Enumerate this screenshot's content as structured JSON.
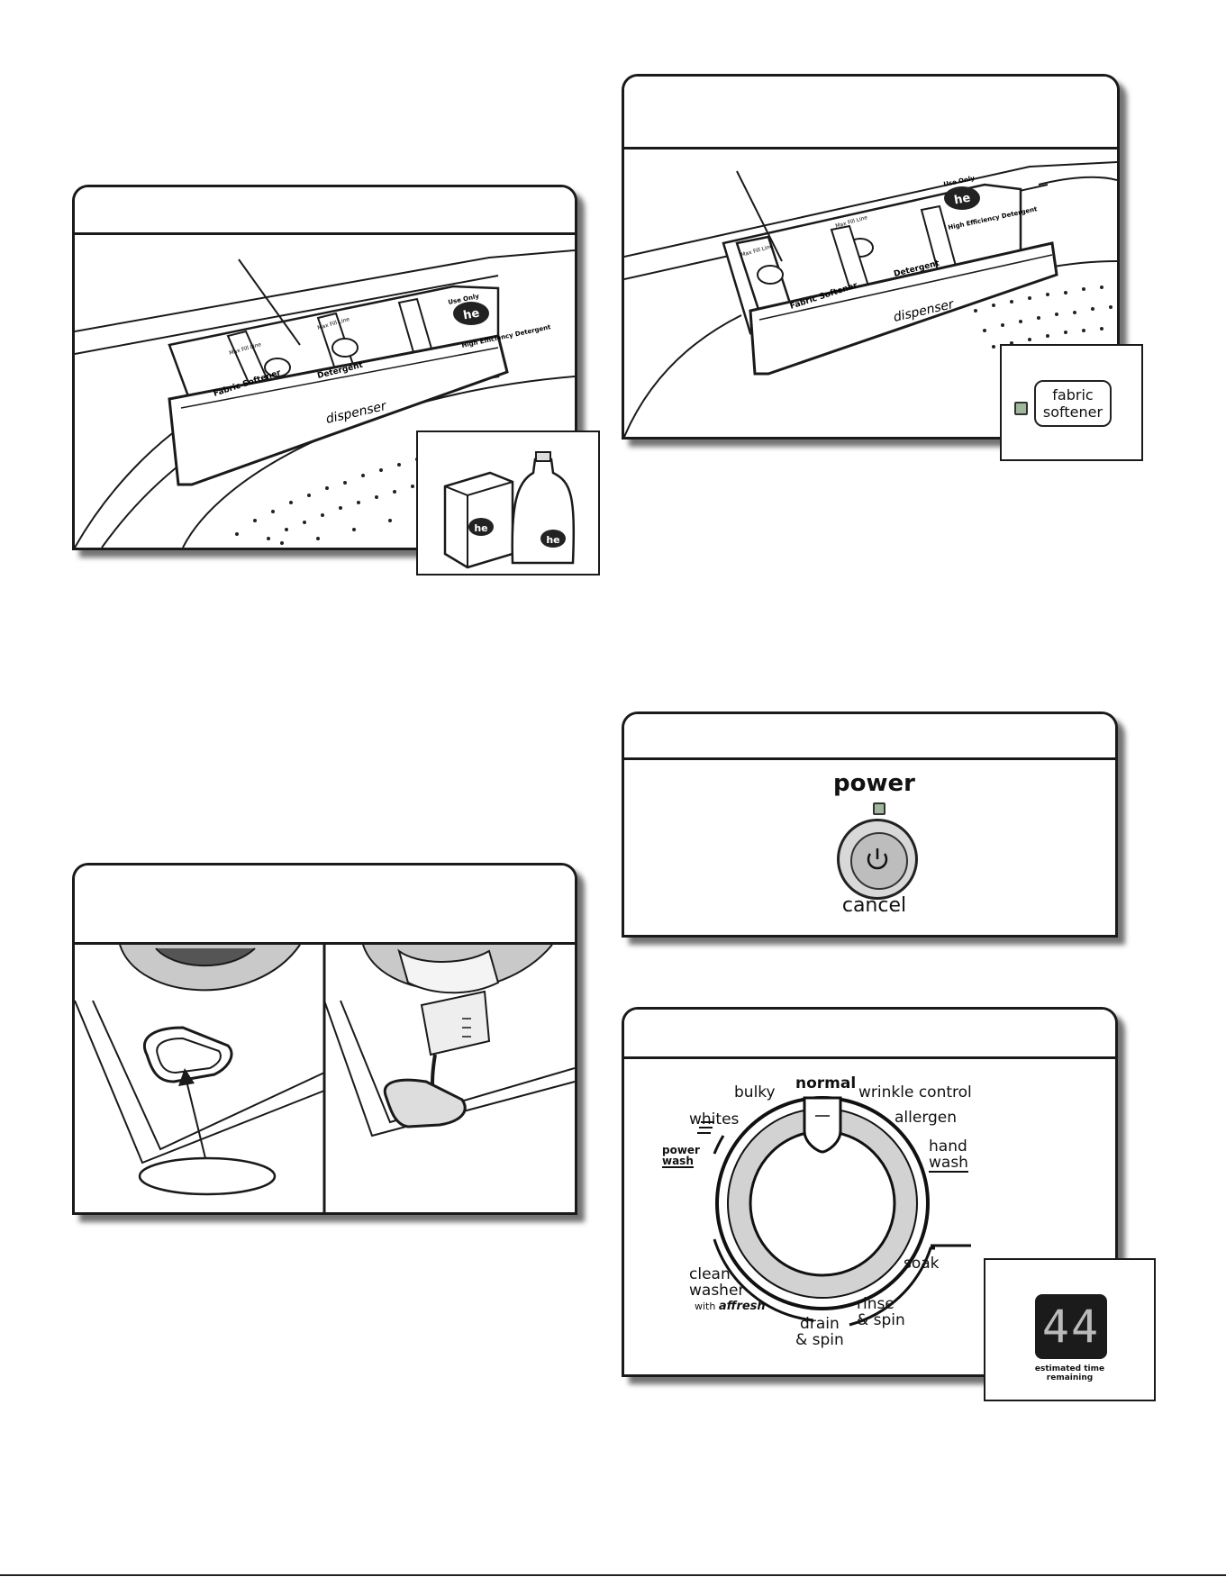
{
  "dispenser_panel": {
    "compartments": [
      "Fabric Softener",
      "Detergent",
      "Use Only",
      "High Efficiency Detergent"
    ],
    "max_fill": "Max Fill Line",
    "drawer_label": "dispenser"
  },
  "softener_inset": {
    "button": [
      "fabric",
      "softener"
    ]
  },
  "power_panel": {
    "top_label": "power",
    "bottom_label": "cancel"
  },
  "cycle_panel": {
    "labels": {
      "bulky": "bulky",
      "normal": "normal",
      "wrinkle": "wrinkle control",
      "whites": "whites",
      "allergen": "allergen",
      "power_wash_1": "power",
      "power_wash_2": "wash",
      "hand_1": "hand",
      "hand_2": "wash",
      "clean_1": "clean",
      "clean_2": "washer",
      "clean_3": "with",
      "clean_4": "affresh",
      "soak": "soak",
      "drain_1": "drain",
      "drain_2": "& spin",
      "rinse_1": "rinse",
      "rinse_2": "& spin"
    }
  },
  "time_inset": {
    "digits": "44",
    "caption_1": "estimated time",
    "caption_2": "remaining"
  },
  "colors": {
    "outline": "#1a1a1a",
    "led_green": "#9fb89a",
    "button_gray": "#bdbdbd",
    "display_bg": "#1b1b1b"
  }
}
